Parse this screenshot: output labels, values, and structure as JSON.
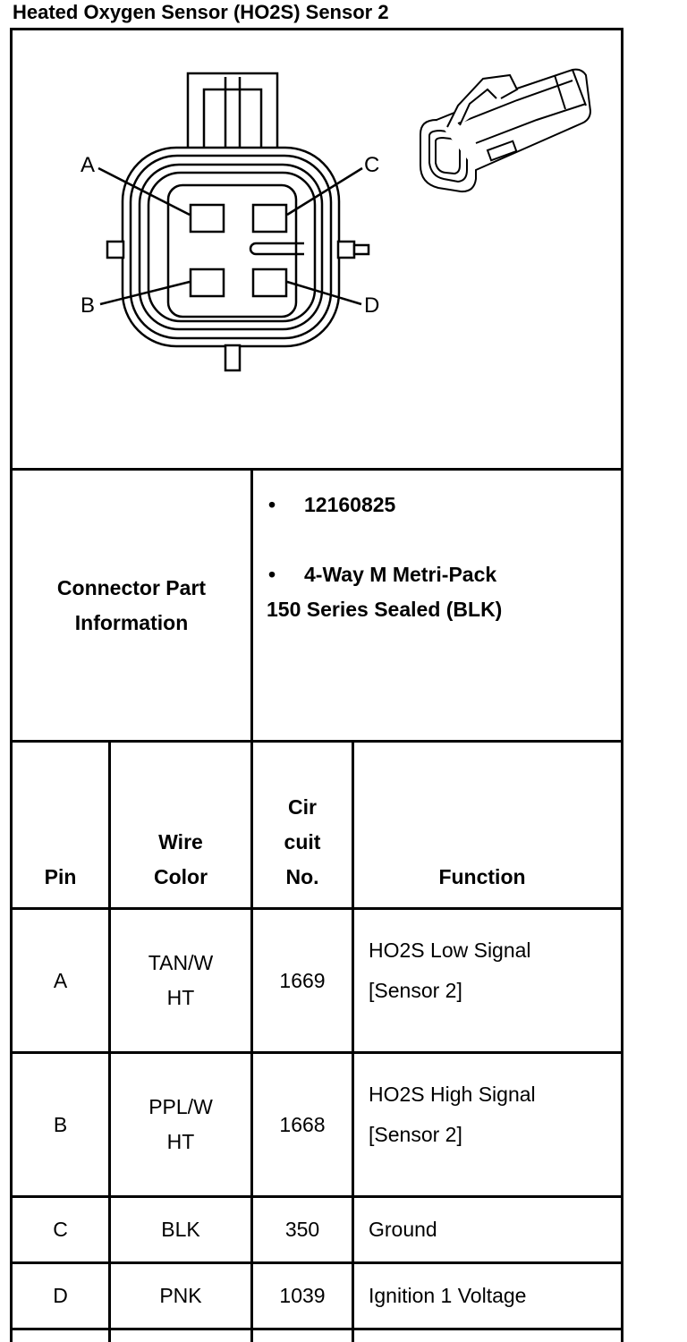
{
  "title": "Heated Oxygen Sensor (HO2S) Sensor 2",
  "diagram": {
    "pin_labels": [
      "A",
      "B",
      "C",
      "D"
    ]
  },
  "connector_info": {
    "label_line1": "Connector Part",
    "label_line2": "Information",
    "part_number": "12160825",
    "description_line1": "4-Way M Metri-Pack",
    "description_line2": "150 Series Sealed (BLK)",
    "bullet": "•"
  },
  "table": {
    "headers": {
      "pin": "Pin",
      "wire_color_line1": "Wire",
      "wire_color_line2": "Color",
      "circuit_line1": "Cir",
      "circuit_line2": "cuit",
      "circuit_line3": "No.",
      "function": "Function"
    },
    "rows": [
      {
        "pin": "A",
        "wire_line1": "TAN/W",
        "wire_line2": "HT",
        "circuit": "1669",
        "function_line1": "HO2S Low Signal",
        "function_line2": "[Sensor 2]"
      },
      {
        "pin": "B",
        "wire_line1": "PPL/W",
        "wire_line2": "HT",
        "circuit": "1668",
        "function_line1": "HO2S High Signal",
        "function_line2": "[Sensor 2]"
      },
      {
        "pin": "C",
        "wire_line1": "BLK",
        "wire_line2": "",
        "circuit": "350",
        "function_line1": "Ground",
        "function_line2": ""
      },
      {
        "pin": "D",
        "wire_line1": "PNK",
        "wire_line2": "",
        "circuit": "1039",
        "function_line1": "Ignition 1 Voltage",
        "function_line2": ""
      }
    ]
  }
}
